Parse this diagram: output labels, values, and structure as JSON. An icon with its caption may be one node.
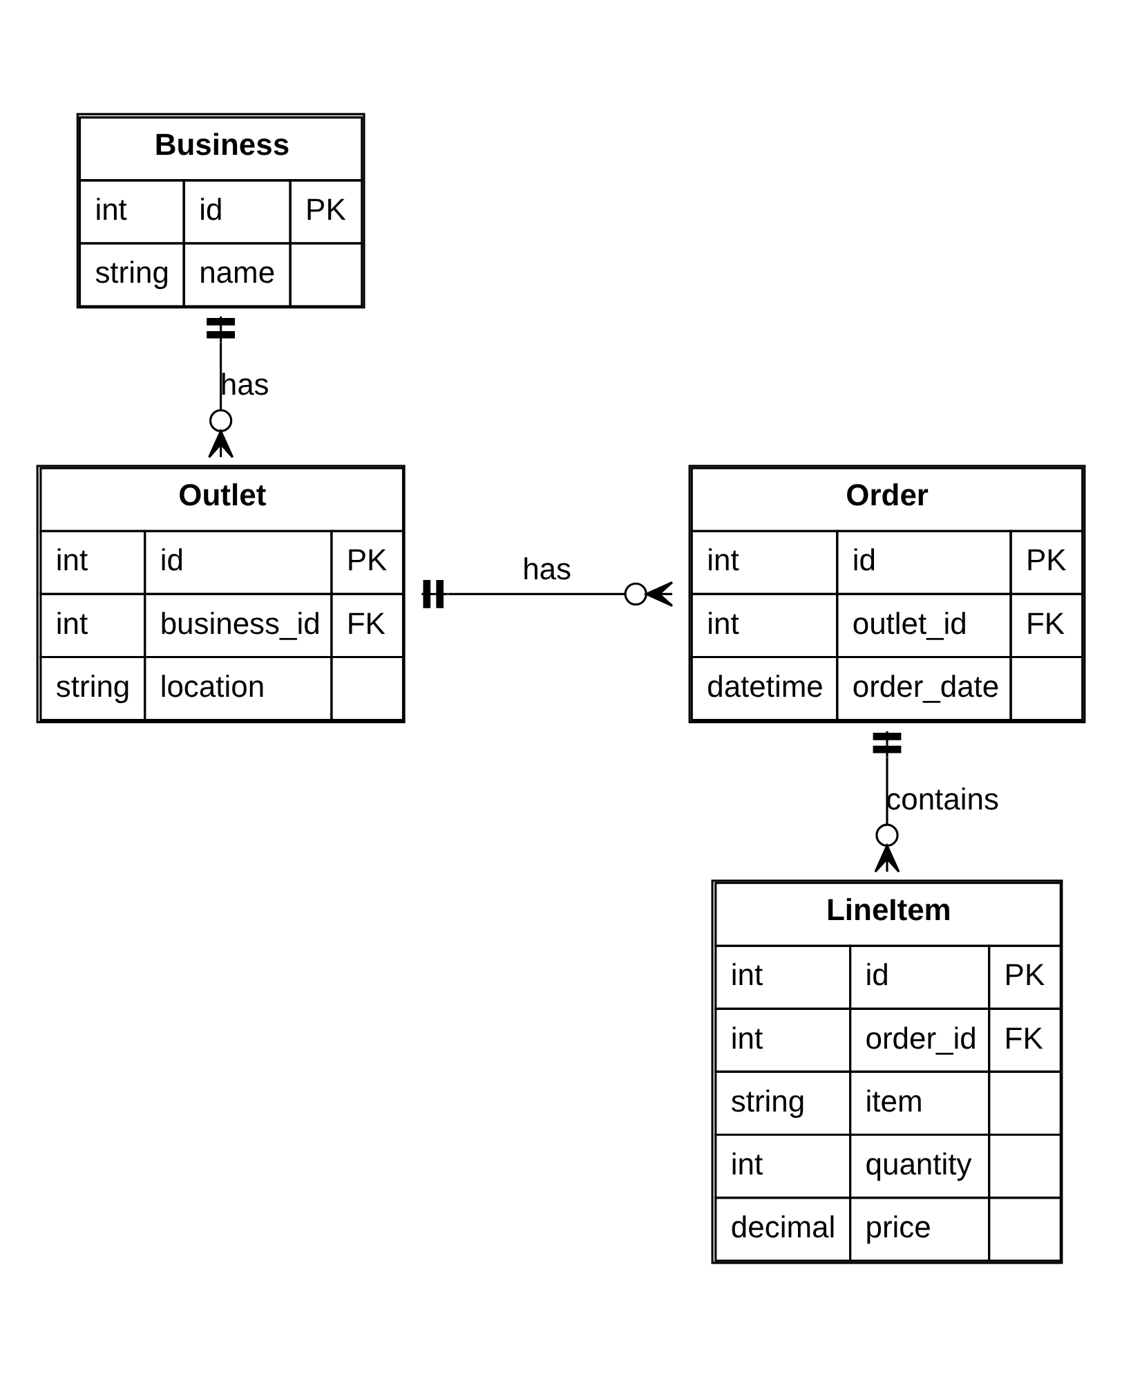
{
  "diagram": {
    "nodes": [
      {
        "text": [
          "Business",
          "int",
          "id",
          "PK",
          "string",
          "name"
        ]
      },
      {
        "text": [
          "Outlet",
          "int",
          "id",
          "PK",
          "int",
          "business_id",
          "FK",
          "string",
          "location"
        ]
      },
      {
        "text": [
          "Order",
          "int",
          "id",
          "PK",
          "int",
          "outlet_id",
          "FK",
          "datetime",
          "order_date"
        ]
      },
      {
        "text": [
          "LineItem",
          "int",
          "id",
          "PK",
          "int",
          "order_id",
          "FK",
          "string",
          "item",
          "int",
          "quantity",
          "decimal",
          "price"
        ]
      }
    ],
    "edges": [
      {
        "from": 0,
        "to": 1,
        "arrow": "other",
        "label": "has"
      },
      {
        "from": 1,
        "to": 2,
        "arrow": "other",
        "label": "has"
      },
      {
        "from": 2,
        "to": 3,
        "arrow": "other",
        "label": "contains"
      }
    ]
  }
}
